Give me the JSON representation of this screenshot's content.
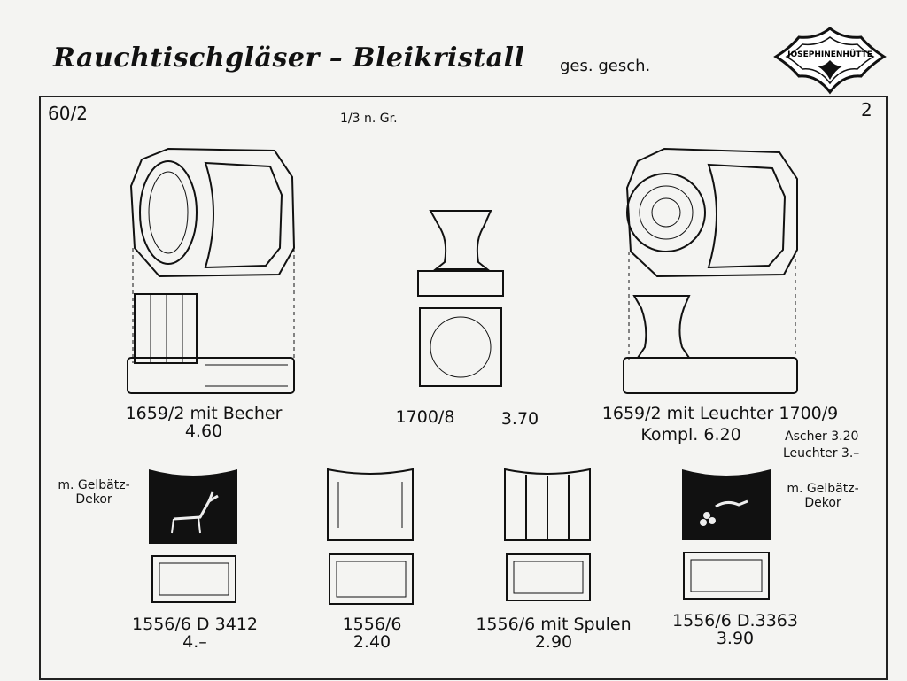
{
  "header": {
    "title": "Rauchtischgläser – Bleikristall",
    "note": "ges. gesch.",
    "logo_text": "JOSEPHINENHÜTTE"
  },
  "page": {
    "plate": "60/2",
    "scale": "1/3 n. Gr.",
    "number": "2"
  },
  "items_top": [
    {
      "name": "1659/2 mit Becher",
      "price": "4.60"
    },
    {
      "name": "1700/8",
      "price": "3.70"
    },
    {
      "name": "1659/2 mit Leuchter 1700/9",
      "price": "Kompl. 6.20",
      "extra1": "Ascher 3.20",
      "extra2": "Leuchter 3.–"
    }
  ],
  "items_bottom": [
    {
      "name": "1556/6 D 3412",
      "price": "4.–",
      "note": "m. Gelbätz-\nDekor"
    },
    {
      "name": "1556/6",
      "price": "2.40"
    },
    {
      "name": "1556/6 mit Spulen",
      "price": "2.90"
    },
    {
      "name": "1556/6 D.3363",
      "price": "3.90",
      "note": "m. Gelbätz-\nDekor"
    }
  ]
}
